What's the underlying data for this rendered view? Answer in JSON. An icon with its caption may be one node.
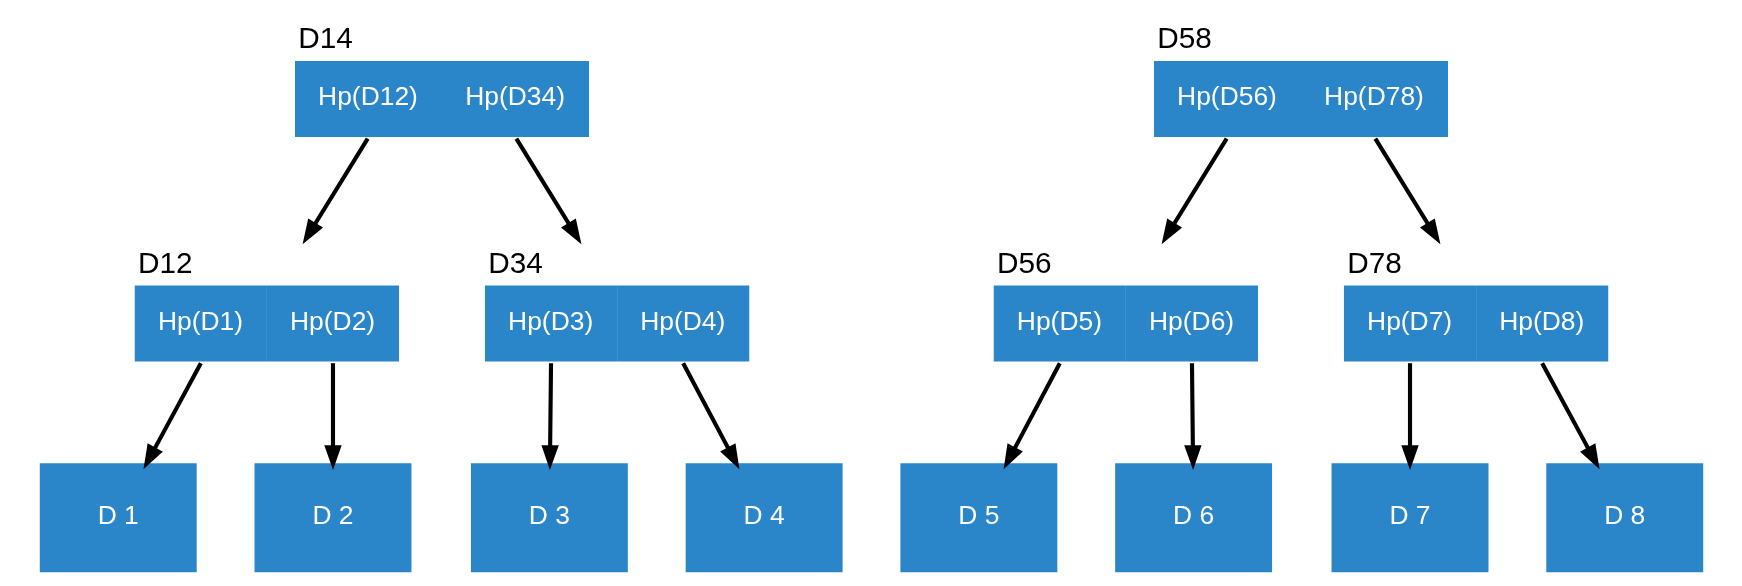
{
  "diagram": {
    "nodes": [
      {
        "text": [
          "D14",
          "Hp(D12)",
          "Hp(D34)"
        ]
      },
      {
        "text": [
          "D58",
          "Hp(D56)",
          "Hp(D78)"
        ]
      },
      {
        "text": [
          "D12",
          "Hp(D1)",
          "Hp(D2)"
        ]
      },
      {
        "text": [
          "D34",
          "Hp(D3)",
          "Hp(D4)"
        ]
      },
      {
        "text": [
          "D56",
          "Hp(D5)",
          "Hp(D6)"
        ]
      },
      {
        "text": [
          "D78",
          "Hp(D7)",
          "Hp(D8)"
        ]
      },
      {
        "text": [
          "D 1"
        ]
      },
      {
        "text": [
          "D 2"
        ]
      },
      {
        "text": [
          "D 3"
        ]
      },
      {
        "text": [
          "D 4"
        ]
      },
      {
        "text": [
          "D 5"
        ]
      },
      {
        "text": [
          "D 6"
        ]
      },
      {
        "text": [
          "D 7"
        ]
      },
      {
        "text": [
          "D 8"
        ]
      }
    ],
    "edges": [
      {
        "from": 0,
        "to": 2,
        "arrow": "to"
      },
      {
        "from": 0,
        "to": 3,
        "arrow": "to"
      },
      {
        "from": 1,
        "to": 4,
        "arrow": "to"
      },
      {
        "from": 1,
        "to": 5,
        "arrow": "to"
      },
      {
        "from": 2,
        "to": 6,
        "arrow": "to"
      },
      {
        "from": 2,
        "to": 7,
        "arrow": "to"
      },
      {
        "from": 3,
        "to": 8,
        "arrow": "to"
      },
      {
        "from": 3,
        "to": 9,
        "arrow": "to"
      },
      {
        "from": 4,
        "to": 10,
        "arrow": "to"
      },
      {
        "from": 4,
        "to": 11,
        "arrow": "to"
      },
      {
        "from": 5,
        "to": 12,
        "arrow": "to"
      },
      {
        "from": 5,
        "to": 13,
        "arrow": "to"
      }
    ]
  }
}
